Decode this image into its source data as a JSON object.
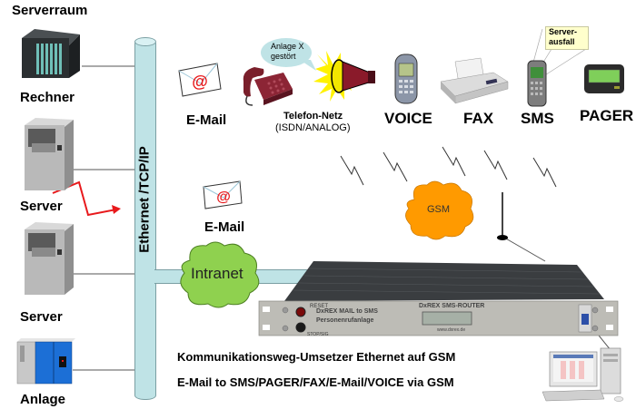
{
  "title": "Serverraum",
  "left_devices": [
    {
      "label": "Rechner",
      "icon": "plc-rack-icon"
    },
    {
      "label": "Server",
      "icon": "server-tower-icon"
    },
    {
      "label": "Server",
      "icon": "server-tower-icon"
    },
    {
      "label": "Anlage",
      "icon": "industrial-cabinet-icon"
    }
  ],
  "bus_label": "Ethernet  /TCP/IP",
  "intranet": {
    "label": "Intranet",
    "email_label": "E-Mail"
  },
  "top_channels": [
    {
      "label": "E-Mail",
      "icon": "email-envelope-icon"
    },
    {
      "label": "Telefon-Netz",
      "sublabel": "(ISDN/ANALOG)",
      "icon": "telephone-icon",
      "bubble": "Anlage X gestört"
    },
    {
      "label": "VOICE",
      "icon": "mobile-phone-icon"
    },
    {
      "label": "FAX",
      "icon": "fax-machine-icon"
    },
    {
      "label": "SMS",
      "icon": "sms-phone-icon",
      "callout": "Server-ausfall"
    },
    {
      "label": "PAGER",
      "icon": "pager-icon"
    }
  ],
  "gsm": {
    "label": "GSM"
  },
  "router": {
    "left_text_1": "DxREX MAIL to SMS",
    "left_text_2": "Personenrufanlage",
    "center_title": "DxREX SMS-ROUTER",
    "reset_label": "RESET",
    "stop_label": "STOP/SIG",
    "url": "www.dxrex.de"
  },
  "footer": {
    "line1": "Kommunikationsweg-Umsetzer Ethernet auf GSM",
    "line2": "E-Mail to SMS/PAGER/FAX/E-Mail/VOICE via GSM"
  },
  "colors": {
    "bus": "#bfe3e6",
    "bus_border": "#7a9fa3",
    "intranet_cloud": "#8fd14f",
    "gsm_cloud": "#ff9a00",
    "alert_arrow": "#e8191c",
    "callout_bg": "#ffffcc",
    "bubble_bg": "#bfe3e6",
    "cabinet_blue": "#1c6fd6"
  }
}
